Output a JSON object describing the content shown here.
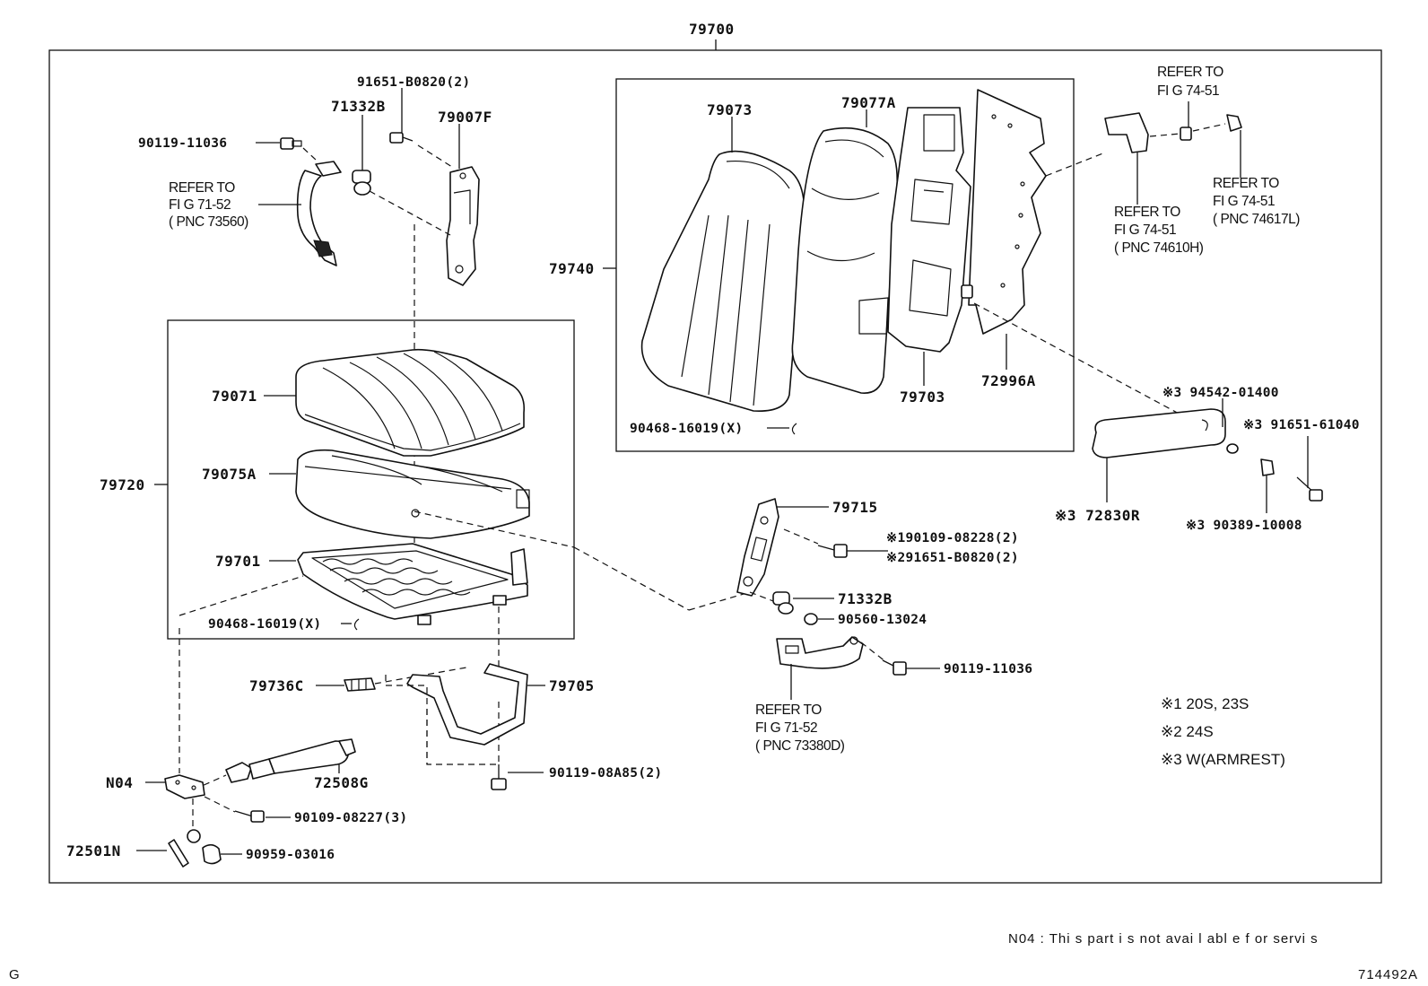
{
  "diagram": {
    "assembly_label": "79700",
    "parts": {
      "p90119_11036_top": "90119-11036",
      "p71332B_top": "71332B",
      "p91651_B0820": "91651-B0820(2)",
      "p79007F": "79007F",
      "p79073": "79073",
      "p79077A": "79077A",
      "p79740": "79740",
      "p79703": "79703",
      "p72996A": "72996A",
      "p90468_top": "90468-16019(X)",
      "p79071": "79071",
      "p79075A": "79075A",
      "p79720": "79720",
      "p79701": "79701",
      "p90468_bottom": "90468-16019(X)",
      "p79736C": "79736C",
      "p79705": "79705",
      "p90119_08A85": "90119-08A85(2)",
      "pN04": "N04",
      "p72508G": "72508G",
      "p90109_08227": "90109-08227(3)",
      "p72501N": "72501N",
      "p90959_03016": "90959-03016",
      "p79715": "79715",
      "p90109_08228": "※190109-08228(2)",
      "p91651_B0820_b": "※291651-B0820(2)",
      "p71332B_mid": "71332B",
      "p90560_13024": "90560-13024",
      "p90119_11036_mid": "90119-11036",
      "p94542_01400": "※3 94542-01400",
      "p91651_61040": "※3 91651-61040",
      "p72830R": "※3 72830R",
      "p90389_10008": "※3 90389-10008"
    },
    "refs": {
      "seatbelt_top": [
        "REFER TO",
        "FI G 71-52",
        "( PNC 73560)"
      ],
      "armrest_top": [
        "REFER TO",
        "FI G 74-51"
      ],
      "armrest_right": [
        "REFER TO",
        "FI G 74-51",
        "( PNC 74617L)"
      ],
      "armrest_mid": [
        "REFER TO",
        "FI G 74-51",
        "( PNC 74610H)"
      ],
      "buckle": [
        "REFER TO",
        "FI G 71-52",
        "( PNC 73380D)"
      ]
    },
    "legend": [
      "※1  20S, 23S",
      "※2  24S",
      "※3  W(ARMREST)"
    ],
    "footnote": "N04 : Thi s part i s not avai l abl e f or servi s",
    "corner_left": "G",
    "corner_right": "714492A"
  }
}
